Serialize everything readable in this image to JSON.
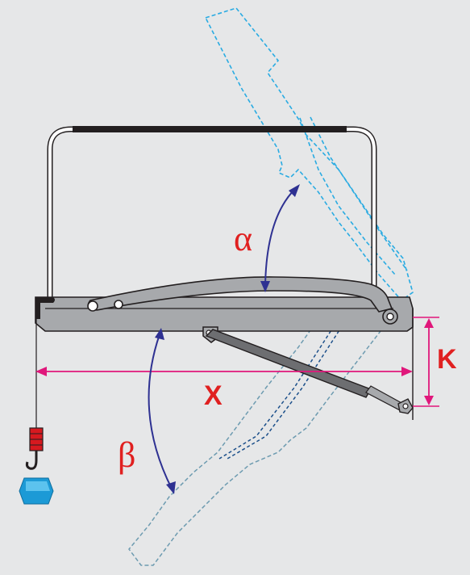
{
  "labels": {
    "alpha": "α",
    "beta": "β",
    "x": "X",
    "k": "K"
  },
  "colors": {
    "background": "#e6e7e8",
    "frame_gray": "#a7a9ac",
    "outline": "#231f20",
    "handle_bar": "#231f20",
    "dimension_magenta": "#e0177b",
    "label_red": "#e02020",
    "angle_arrow_blue": "#2e3192",
    "raised_dashed_cyan": "#29abe2",
    "lowered_dashed_gray": "#6d9bb0",
    "spring_dark_blue": "#1b4f8a",
    "weight_red": "#d7191f",
    "weight_blue": "#1c9ad6"
  },
  "icons": {
    "weight": "hanging-weight-icon",
    "hook": "hook-icon"
  }
}
